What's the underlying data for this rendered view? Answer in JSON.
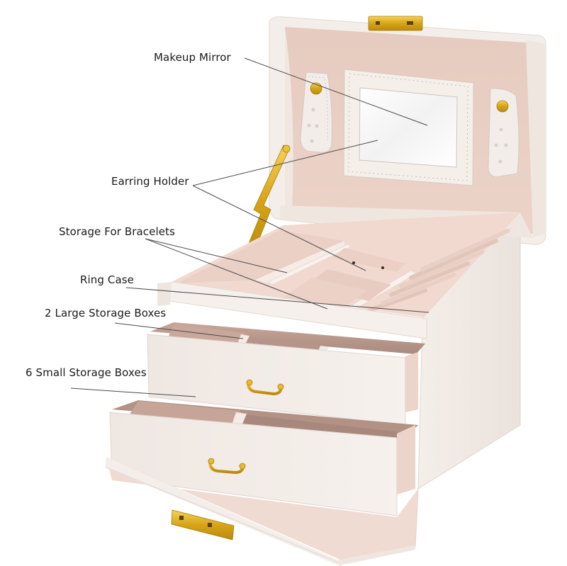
{
  "product": {
    "type": "jewelry-box",
    "colors": {
      "exterior": "#f3ece7",
      "exterior_shadow": "#e4d9d2",
      "lining": "#e8cdc2",
      "lining_dark": "#c9a79a",
      "lining_light": "#f1ddd4",
      "hardware_gold": "#d9a918",
      "mirror": "#fbfbfb",
      "callout_line": "#4a4a4a"
    }
  },
  "callouts": [
    {
      "id": "makeup-mirror",
      "label": "Makeup Mirror"
    },
    {
      "id": "earring-holder",
      "label": "Earring Holder"
    },
    {
      "id": "storage-for-bracelets",
      "label": "Storage For Bracelets"
    },
    {
      "id": "ring-case",
      "label": "Ring Case"
    },
    {
      "id": "large-storage-boxes",
      "label": "2 Large Storage Boxes"
    },
    {
      "id": "small-storage-boxes",
      "label": "6 Small Storage Boxes"
    }
  ]
}
